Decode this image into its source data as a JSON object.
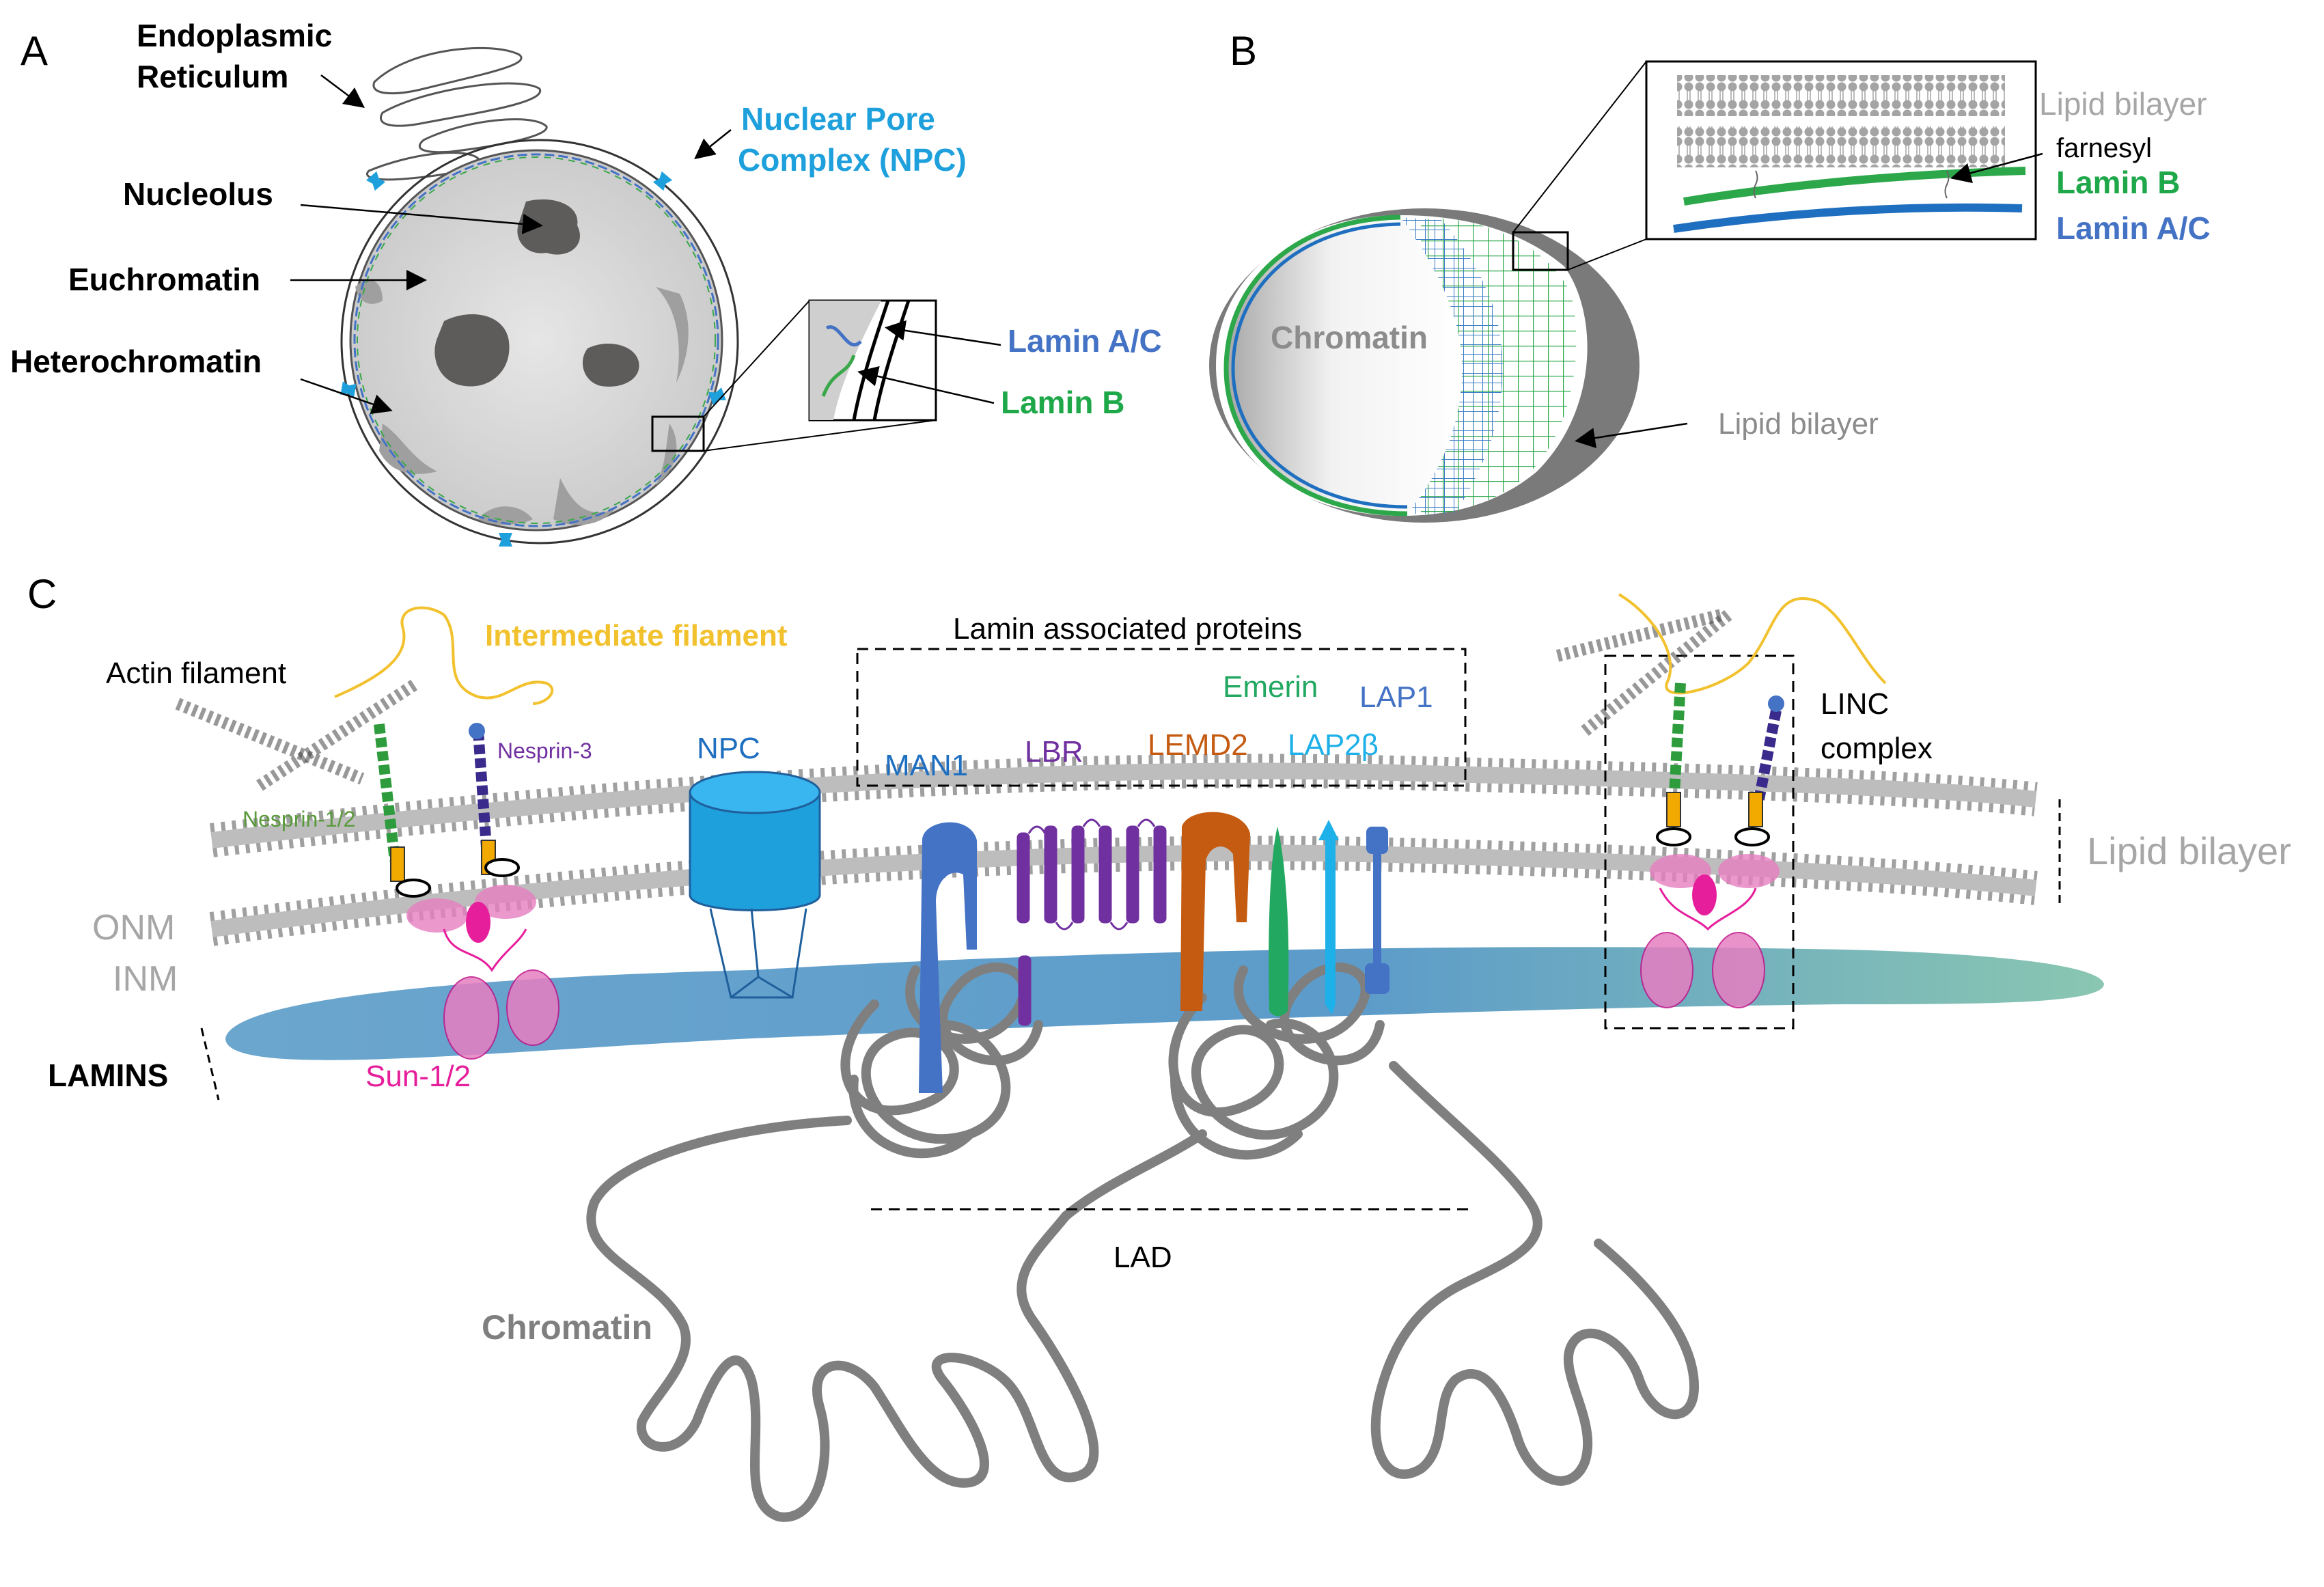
{
  "panels": {
    "a": "A",
    "b": "B",
    "c": "C"
  },
  "panel_a": {
    "er_line1": "Endoplasmic",
    "er_line2": "Reticulum",
    "npc_line1": "Nuclear Pore",
    "npc_line2": "Complex (NPC)",
    "nucleolus": "Nucleolus",
    "euchromatin": "Euchromatin",
    "heterochromatin": "Heterochromatin",
    "lamin_ac": "Lamin A/C",
    "lamin_b": "Lamin B"
  },
  "panel_b": {
    "lipid_bilayer_inset": "Lipid bilayer",
    "farnesyl": "farnesyl",
    "lamin_b": "Lamin B",
    "lamin_ac": "Lamin A/C",
    "chromatin": "Chromatin",
    "lipid_bilayer": "Lipid bilayer"
  },
  "panel_c": {
    "actin_filament": "Actin filament",
    "intermediate_filament": "Intermediate filament",
    "lamin_associated_proteins": "Lamin associated proteins",
    "emerin": "Emerin",
    "lap1": "LAP1",
    "linc_line1": "LINC",
    "linc_line2": "complex",
    "npc": "NPC",
    "man1": "MAN1",
    "lbr": "LBR",
    "lemd2": "LEMD2",
    "lap2b": "LAP2β",
    "nesprin12": "Nesprin-1/2",
    "nesprin3": "Nesprin-3",
    "onm": "ONM",
    "inm": "INM",
    "lamins": "LAMINS",
    "sun12": "Sun-1/2",
    "lipid_bilayer": "Lipid bilayer",
    "lad": "LAD",
    "chromatin": "Chromatin"
  },
  "colors": {
    "npc_blue": "#1ea0dc",
    "lamin_ac": "#4472c4",
    "lamin_b": "#1ea84a",
    "lipid_grey": "#a6a6a6",
    "sun_magenta": "#e61e9b",
    "intermediate_yellow": "#f2c12e",
    "nesprin_green": "#5a9a3c",
    "nesprin3_purple": "#7030a0",
    "lbr_purple": "#7030a0",
    "lemd2_orange": "#c55a11",
    "emerin_green": "#22a860",
    "lap1_blue": "#4472c4",
    "lap2b_cyan": "#1eb0e8",
    "chromatin_grey": "#7f7f7f"
  }
}
